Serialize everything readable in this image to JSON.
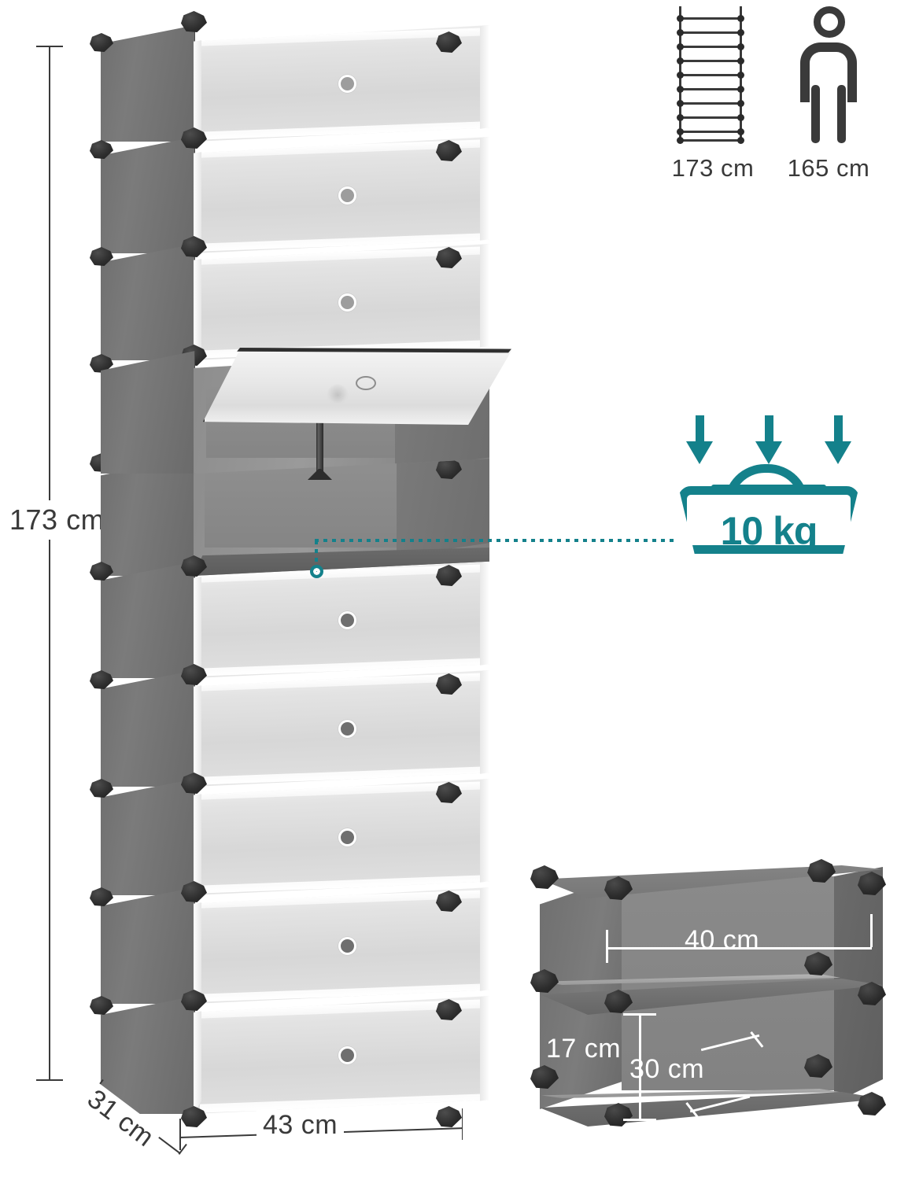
{
  "product": {
    "name": "10-tier cube shoe rack",
    "total_height_label": "173 cm",
    "width_label": "43 cm",
    "depth_label": "31 cm",
    "tiers": 10,
    "open_door_tier_index": 4
  },
  "dimensions": {
    "height": "173 cm",
    "width": "43 cm",
    "depth": "31 cm",
    "compartment_width": "40 cm",
    "compartment_height": "17 cm",
    "compartment_depth": "30 cm"
  },
  "scale_icons": {
    "ladder": {
      "icon": "ladder-icon",
      "label": "173 cm",
      "rungs": 10
    },
    "person": {
      "icon": "person-icon",
      "label": "165 cm"
    }
  },
  "load_badge": {
    "icon": "weight-bag-icon",
    "arrows_icon": "down-arrow-icon",
    "arrow_count": 3,
    "label": "10 kg",
    "color": "#14818b"
  },
  "colors": {
    "accent_teal": "#14818b",
    "text_dark": "#3a3a3a",
    "panel_grey": "#7b7b7b",
    "door_white": "#e3e3e3",
    "connector_black": "#2b2b2b",
    "background": "#ffffff"
  },
  "shelf_detail": {
    "width_label": "40 cm",
    "height_label": "17 cm",
    "depth_label": "30 cm"
  }
}
